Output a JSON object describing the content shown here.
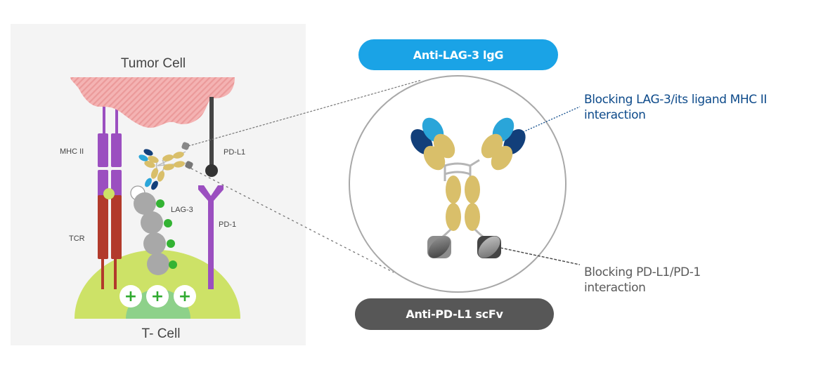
{
  "left_panel": {
    "title_top": "Tumor Cell",
    "title_bottom": "T- Cell",
    "labels": {
      "mhc2": "MHC II",
      "tcr": "TCR",
      "lag3": "LAG-3",
      "pdl1": "PD-L1",
      "pd1": "PD-1"
    },
    "plus_symbols": [
      "+",
      "+",
      "+"
    ]
  },
  "right_panel": {
    "top_badge": "Anti-LAG-3 lgG",
    "bottom_badge": "Anti-PD-L1 scFv",
    "callouts": [
      {
        "id": "lag3",
        "lines": [
          "Blocking LAG-3/its ligand MHC II",
          "interaction"
        ]
      },
      {
        "id": "pdl1",
        "lines": [
          "Blocking PD-L1/PD-1",
          "interaction"
        ]
      }
    ]
  },
  "colors": {
    "panel_bg": "#f4f4f4",
    "tumor": "#f2a7a7",
    "mhc": "#9b4fc0",
    "tcr": "#b23a2b",
    "tcell": "#cde267",
    "tcell_inner": "#8dd18a",
    "lag3": "#a8a8a8",
    "green_dot": "#33b333",
    "pdl1": "#444444",
    "pd1": "#9b4fc0",
    "fab_light": "#2aa5d9",
    "fab_dark": "#123f7a",
    "fc": "#d9bf6a",
    "scfv": "#6d6d6d",
    "badge_blue": "#1aa3e6",
    "badge_dark": "#575757",
    "callout_blue": "#0d4a8a",
    "callout_gray": "#5a5a5a"
  }
}
